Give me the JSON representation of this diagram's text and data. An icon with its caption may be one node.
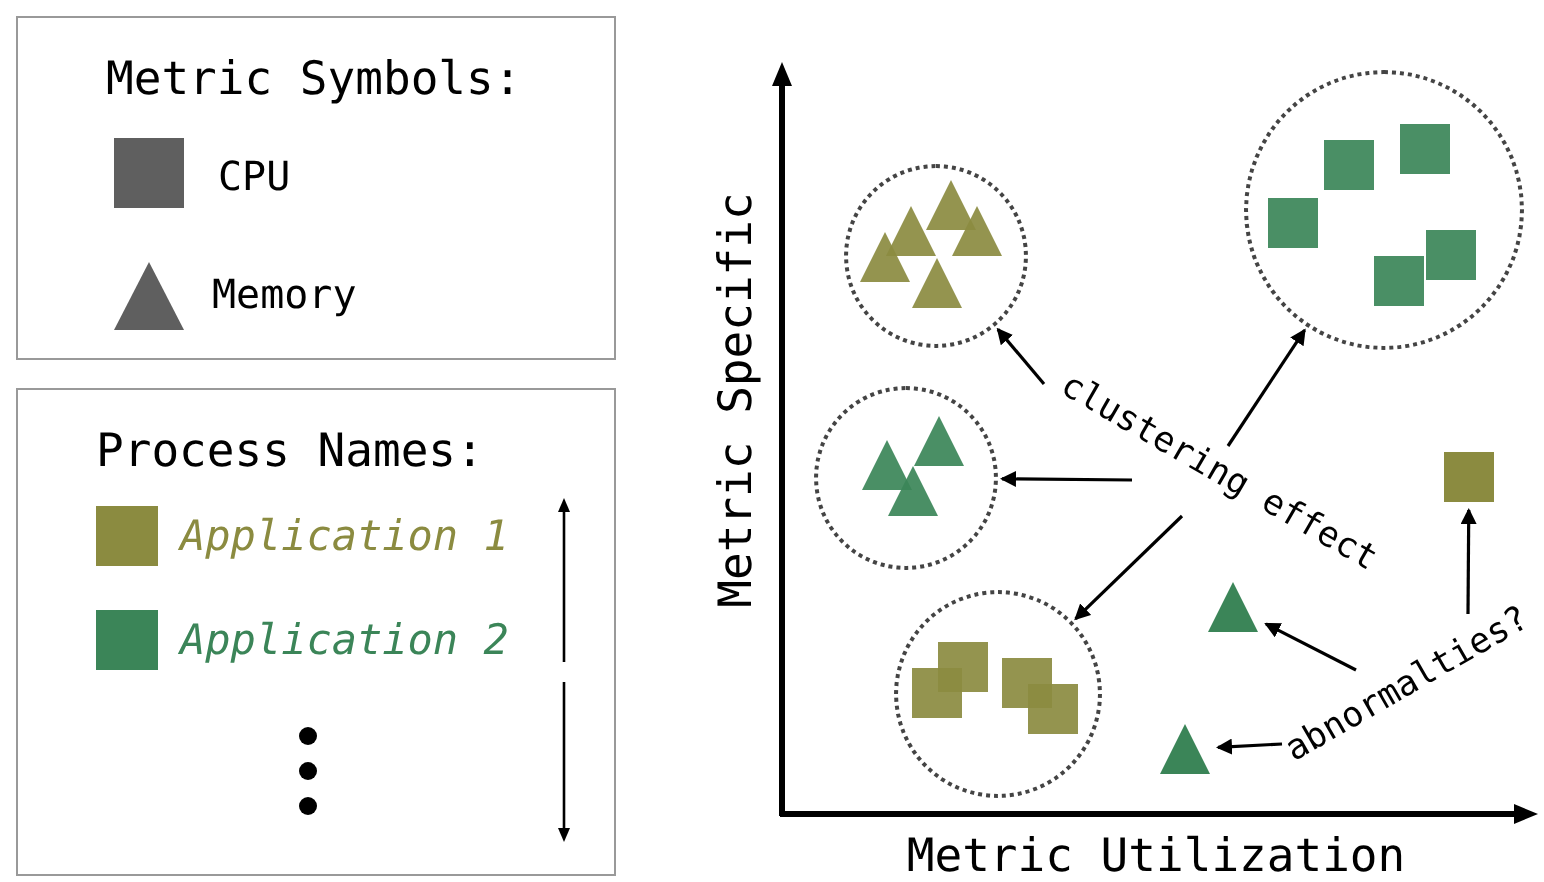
{
  "diagram": {
    "nodes": [
      {
        "text": [
          "Metric Symbols:"
        ]
      },
      {
        "text": [
          "Process Names:"
        ]
      },
      {
        "text": [
          "clustering effect"
        ]
      },
      {
        "text": [
          "abnormalties?"
        ]
      },
      {
        "text": [],
        "shape": "circle"
      },
      {
        "text": [],
        "shape": "circle"
      },
      {
        "text": [],
        "shape": "circle"
      },
      {
        "text": [],
        "shape": "circle"
      },
      {
        "text": [],
        "shape": "box"
      },
      {
        "text": [],
        "shape": "triangle"
      },
      {
        "text": [],
        "shape": "triangle"
      }
    ],
    "edges": [
      {
        "from": 2,
        "to": 4,
        "arrow": "to"
      },
      {
        "from": 2,
        "to": 5,
        "arrow": "to"
      },
      {
        "from": 2,
        "to": 6,
        "arrow": "to"
      },
      {
        "from": 2,
        "to": 7,
        "arrow": "to"
      },
      {
        "from": 3,
        "to": 8,
        "arrow": "to"
      },
      {
        "from": 3,
        "to": 9,
        "arrow": "to"
      },
      {
        "from": 3,
        "to": 10,
        "arrow": "to"
      }
    ],
    "labels": [
      "Metric Specific",
      "Metric Utilization"
    ],
    "legend": [
      {
        "text": "CPU"
      },
      {
        "text": "Memory"
      },
      {
        "text": "Application 1",
        "color": "#8b8b40"
      },
      {
        "text": "Application 2",
        "color": "#3b8558"
      }
    ]
  }
}
